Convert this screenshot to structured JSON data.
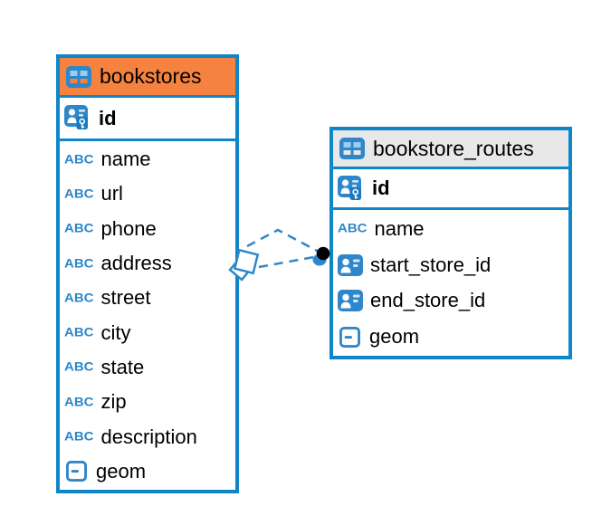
{
  "diagram": {
    "kind": "entity-relationship-diagram",
    "tables": [
      {
        "name": "bookstores",
        "header_color": "#f5823f",
        "columns": [
          {
            "name": "id",
            "icon": "primary-key-icon",
            "primary_key": true
          },
          {
            "name": "name",
            "icon": "abc-text-type-icon"
          },
          {
            "name": "url",
            "icon": "abc-text-type-icon"
          },
          {
            "name": "phone",
            "icon": "abc-text-type-icon"
          },
          {
            "name": "address",
            "icon": "abc-text-type-icon"
          },
          {
            "name": "street",
            "icon": "abc-text-type-icon"
          },
          {
            "name": "city",
            "icon": "abc-text-type-icon"
          },
          {
            "name": "state",
            "icon": "abc-text-type-icon"
          },
          {
            "name": "zip",
            "icon": "abc-text-type-icon"
          },
          {
            "name": "description",
            "icon": "abc-text-type-icon"
          },
          {
            "name": "geom",
            "icon": "geometry-type-icon"
          }
        ]
      },
      {
        "name": "bookstore_routes",
        "header_color": "#e8e8e8",
        "columns": [
          {
            "name": "id",
            "icon": "primary-key-icon",
            "primary_key": true
          },
          {
            "name": "name",
            "icon": "abc-text-type-icon"
          },
          {
            "name": "start_store_id",
            "icon": "reference-type-icon"
          },
          {
            "name": "end_store_id",
            "icon": "reference-type-icon"
          },
          {
            "name": "geom",
            "icon": "geometry-type-icon"
          }
        ]
      }
    ],
    "relationships": {
      "line_count": 2,
      "style": "dashed",
      "between": [
        "bookstores",
        "bookstore_routes"
      ],
      "left_end_marker": "stacked-diamond",
      "right_end_marker": "black-dot"
    },
    "colors": {
      "border_blue": "#0f86c8",
      "icon_blue": "#2e87ca",
      "orange_header": "#f5823f",
      "gray_header": "#e8e8e8",
      "dot_black": "#000000",
      "text": "#000000",
      "abc_label": "ABC"
    }
  }
}
